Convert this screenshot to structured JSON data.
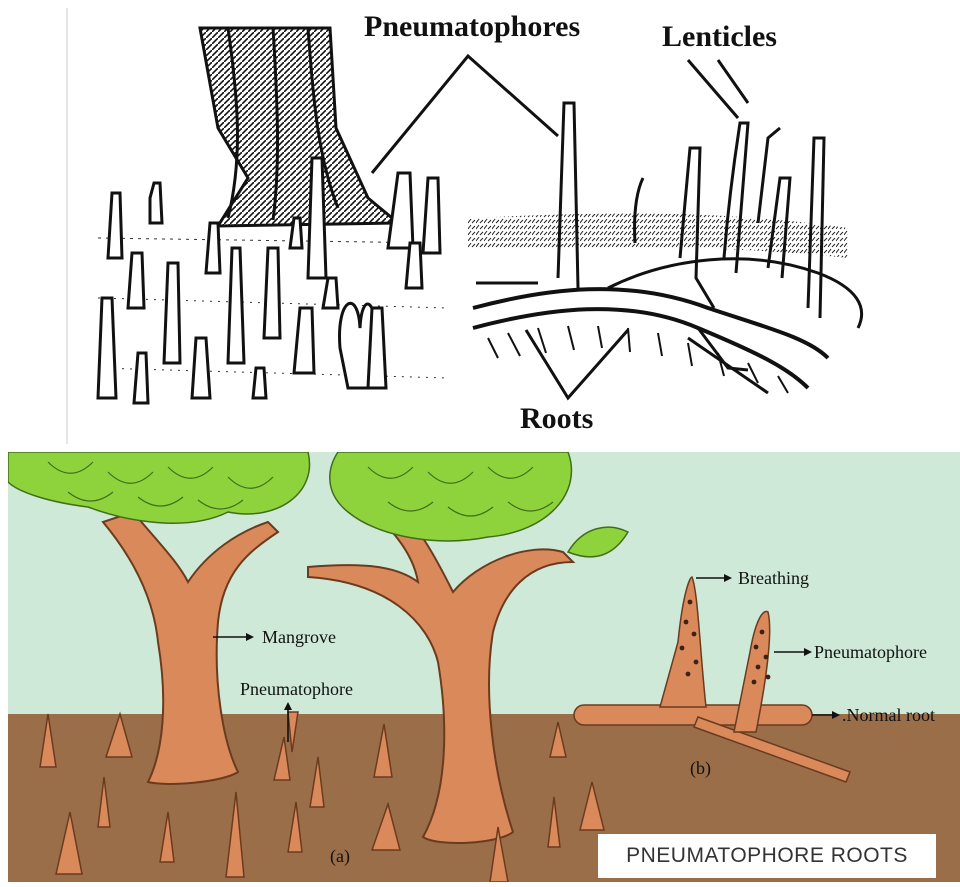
{
  "top_diagram": {
    "labels": {
      "pneumatophores": "Pneumatophores",
      "lenticles": "Lenticles",
      "roots": "Roots"
    }
  },
  "bottom_diagram": {
    "labels": {
      "mangrove": "Mangrove",
      "pneumatophore_left": "Pneumatophore",
      "breathing": "Breathing",
      "pneumatophore_right": "Pneumatophore",
      "normal_root": ".Normal root",
      "panel_a": "(a)",
      "panel_b": "(b)"
    },
    "caption": "PNEUMATOPHORE ROOTS",
    "colors": {
      "sky": "#cfe9d8",
      "soil": "#9b6e4a",
      "bark": "#d9895a",
      "bark_outline": "#6b3b1f",
      "leaf": "#8fd33c",
      "leaf_outline": "#3f6e1c"
    }
  }
}
